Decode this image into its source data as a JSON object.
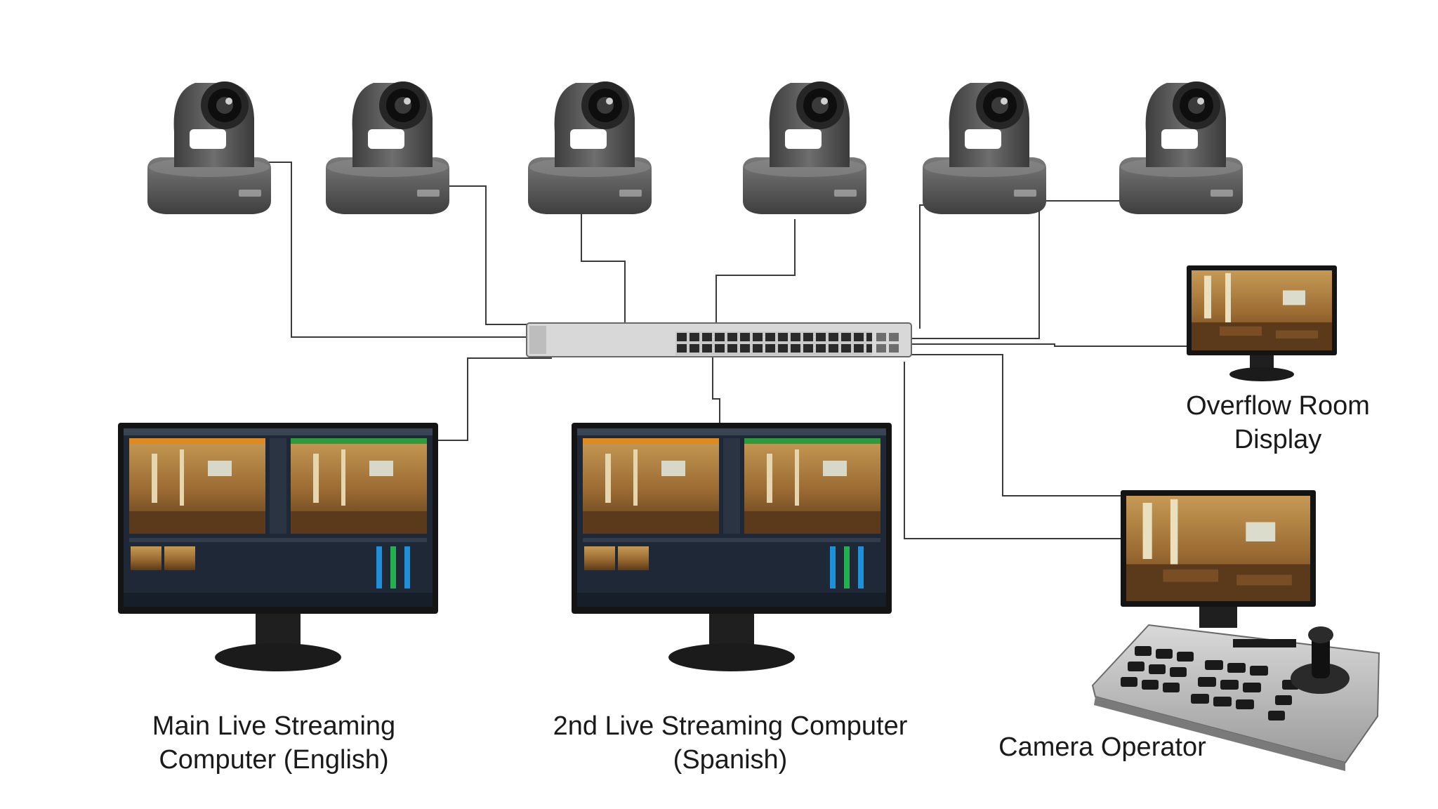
{
  "cameras": [
    {
      "icon": "ptz-camera-icon"
    },
    {
      "icon": "ptz-camera-icon"
    },
    {
      "icon": "ptz-camera-icon"
    },
    {
      "icon": "ptz-camera-icon"
    },
    {
      "icon": "ptz-camera-icon"
    },
    {
      "icon": "ptz-camera-icon"
    }
  ],
  "switch": {
    "icon": "network-switch-icon"
  },
  "devices": {
    "main_computer": {
      "line1": "Main Live Streaming",
      "line2": "Computer (English)"
    },
    "second_computer": {
      "line1": "2nd Live Streaming Computer",
      "line2": "(Spanish)"
    },
    "overflow_display": {
      "line1": "Overflow Room",
      "line2": "Display"
    },
    "camera_operator": {
      "line1": "Camera Operator"
    }
  },
  "colors": {
    "camera_body": "#5c5c5c",
    "wire": "#3a3a3a",
    "monitor_bezel": "#141414",
    "ui_dark": "#1e2836",
    "church_wood": "#8a5a2a"
  }
}
